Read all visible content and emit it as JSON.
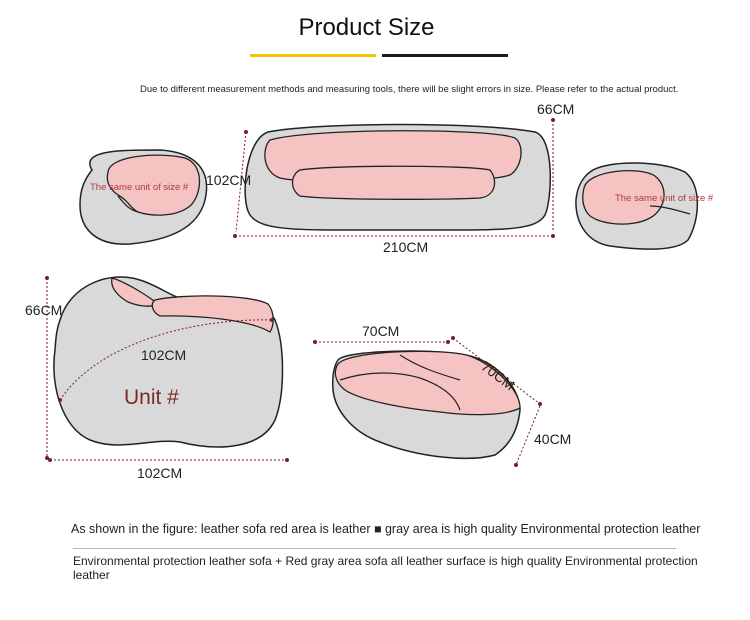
{
  "header": {
    "title": "Product Size"
  },
  "disclaimer": "Due to different measurement methods and measuring tools, there will be slight errors in size. Please refer to the actual product.",
  "colors": {
    "accent_yellow": "#f2c500",
    "accent_black": "#1a1a1a",
    "leather_pink": "#f6c3c3",
    "fabric_gray": "#d9d9d9",
    "dimension_line": "#7a1f2a"
  },
  "top_row": {
    "sofa_height": "66CM",
    "sofa_depth": "102CM",
    "sofa_width": "210CM",
    "left_chair_note": "The same unit of size #",
    "right_chair_note": "The same unit of size #"
  },
  "chair_detail": {
    "height": "66CM",
    "depth": "102CM",
    "width": "102CM",
    "unit_label": "Unit #"
  },
  "ottoman": {
    "width": "70CM",
    "depth": "70CM",
    "height": "40CM"
  },
  "captions": {
    "line1": "As shown in the figure: leather sofa red area is leather ■ gray area is high quality Environmental protection leather",
    "line2": "Environmental protection leather sofa + Red gray area sofa all leather surface is high quality Environmental protection leather"
  }
}
